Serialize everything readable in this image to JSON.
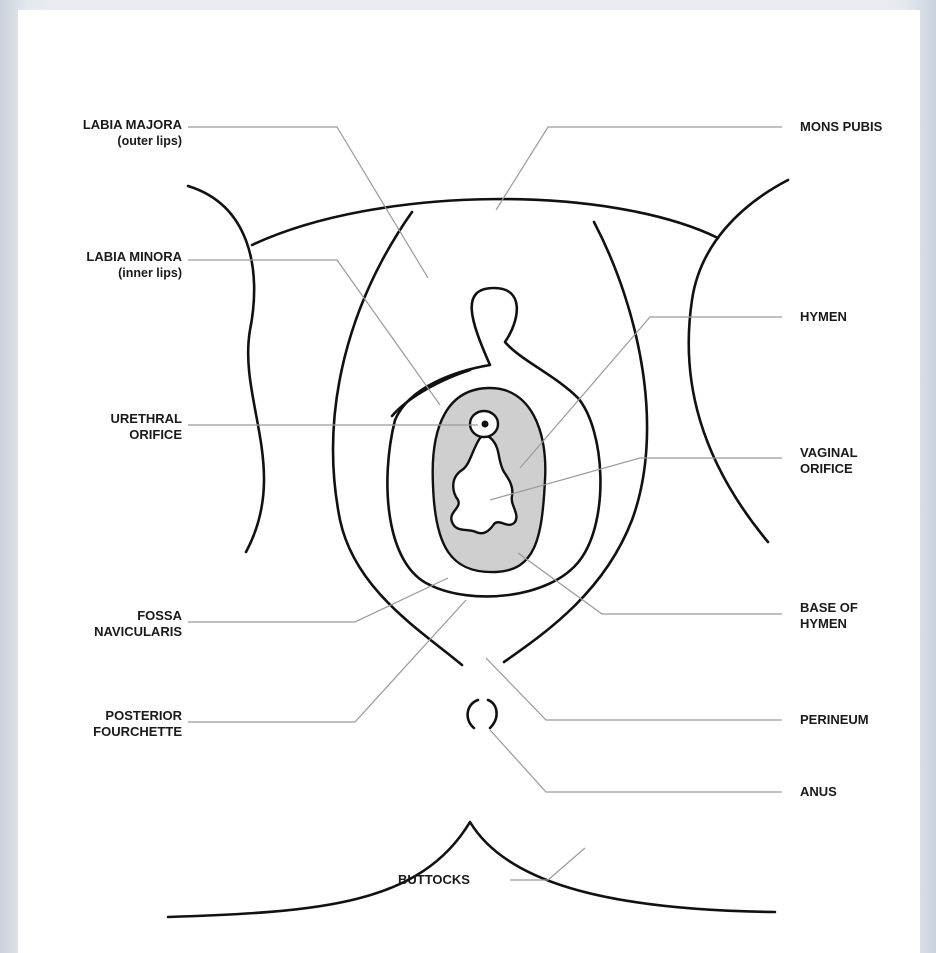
{
  "labels": {
    "labia_majora": {
      "line1": "LABIA MAJORA",
      "line2": "(outer lips)"
    },
    "labia_minora": {
      "line1": "LABIA MINORA",
      "line2": "(inner lips)"
    },
    "urethral_orifice": {
      "line1": "URETHRAL",
      "line2": "ORIFICE"
    },
    "fossa_navicularis": {
      "line1": "FOSSA",
      "line2": "NAVICULARIS"
    },
    "posterior_fourchette": {
      "line1": "POSTERIOR",
      "line2": "FOURCHETTE"
    },
    "mons_pubis": {
      "line1": "MONS PUBIS"
    },
    "hymen": {
      "line1": "HYMEN"
    },
    "vaginal_orifice": {
      "line1": "VAGINAL",
      "line2": "ORIFICE"
    },
    "base_of_hymen": {
      "line1": "BASE OF",
      "line2": "HYMEN"
    },
    "perineum": {
      "line1": "PERINEUM"
    },
    "anus": {
      "line1": "ANUS"
    },
    "buttocks": {
      "line1": "BUTTOCKS"
    }
  },
  "colors": {
    "outline": "#111111",
    "leader": "#9a9a9a",
    "hymen_fill": "#cfcfcf",
    "background": "#ffffff"
  }
}
